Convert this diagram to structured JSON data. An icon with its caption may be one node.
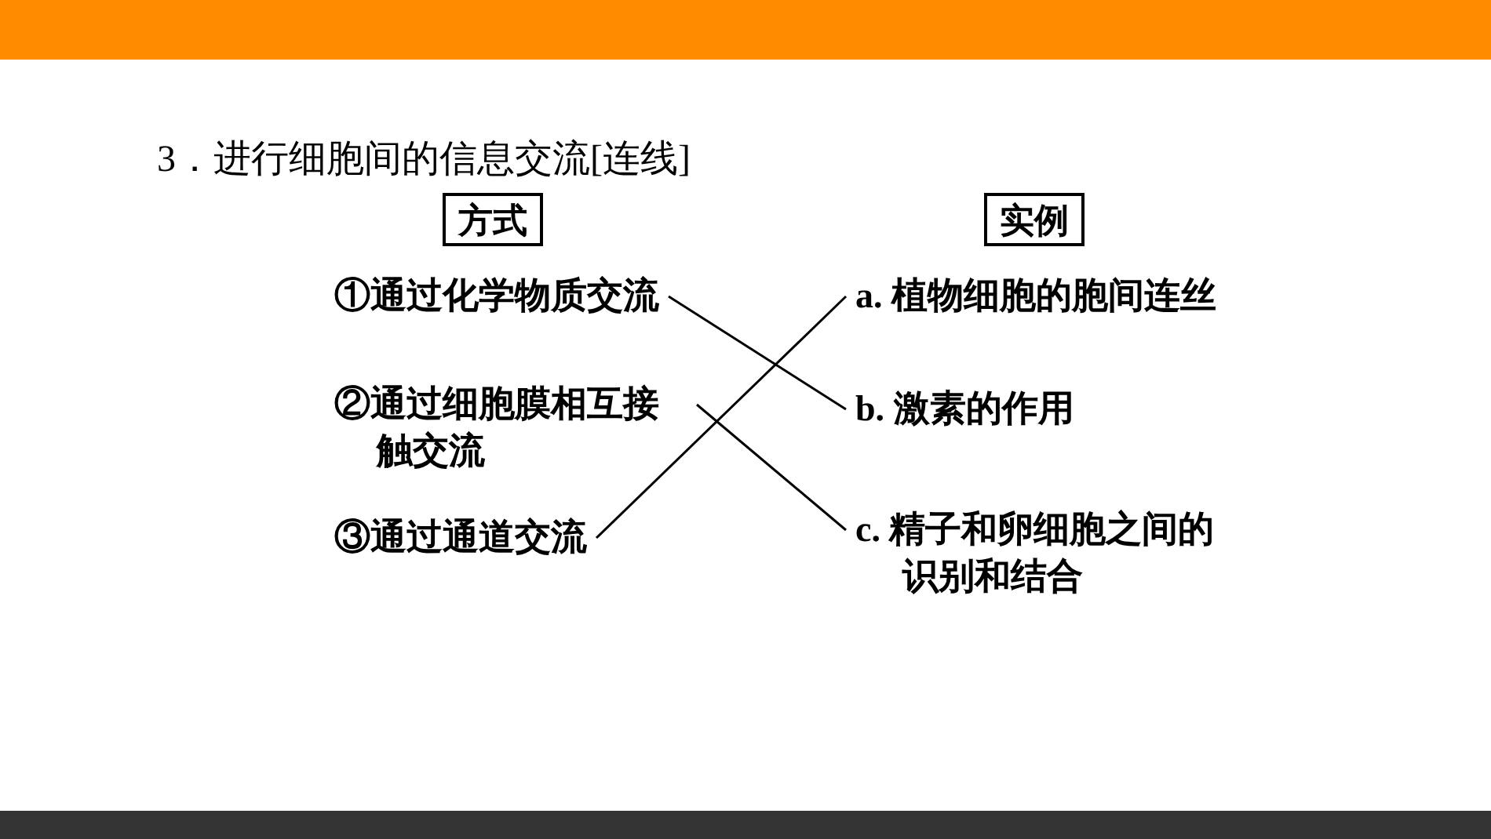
{
  "diagram": {
    "title": "3．进行细胞间的信息交流[连线]",
    "nodes": [
      {
        "text": [
          "方式"
        ]
      },
      {
        "text": [
          "实例"
        ]
      },
      {
        "text": [
          "①通过化学物质交流"
        ]
      },
      {
        "text": [
          "②通过细胞膜相互接触交流"
        ]
      },
      {
        "text": [
          "③通过通道交流"
        ]
      },
      {
        "text": [
          "a. 植物细胞的胞间连丝"
        ]
      },
      {
        "text": [
          "b. 激素的作用"
        ]
      },
      {
        "text": [
          "c. 精子和卵细胞之间的识别和结合"
        ]
      }
    ],
    "edges": [
      {
        "from": 2,
        "to": 6,
        "arrow": "none"
      },
      {
        "from": 3,
        "to": 7,
        "arrow": "none"
      },
      {
        "from": 4,
        "to": 5,
        "arrow": "none"
      }
    ]
  }
}
